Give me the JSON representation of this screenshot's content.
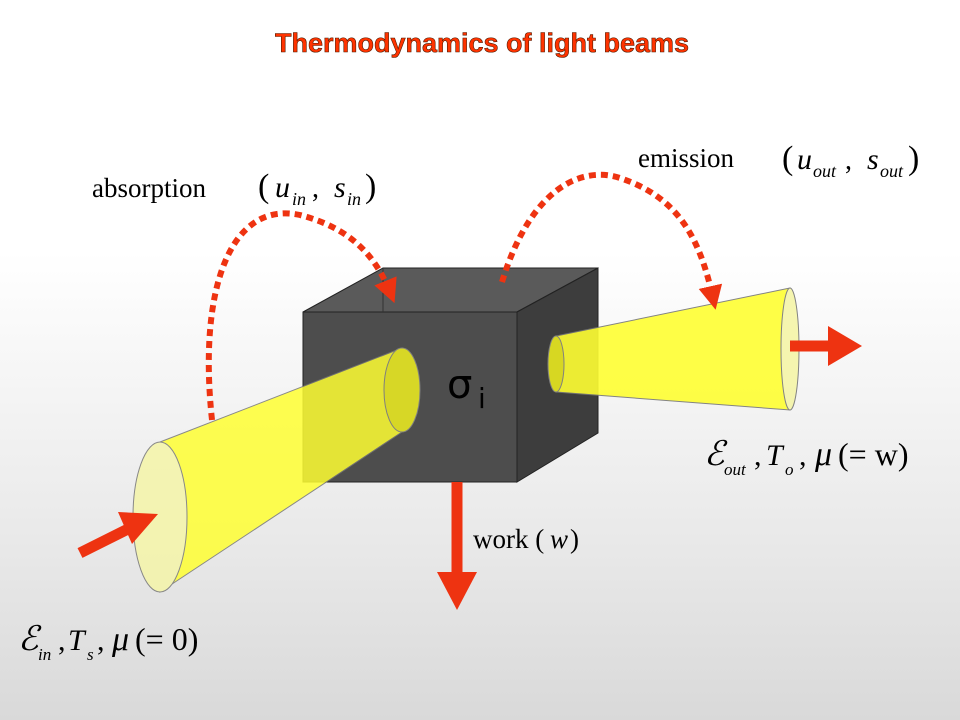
{
  "title": "Thermodynamics of light beams",
  "labels": {
    "absorption": "absorption",
    "emission": "emission",
    "work": "work (",
    "work_var": "w",
    "work_close": ")"
  },
  "math": {
    "absorption_pair": {
      "open": "(",
      "u": "u",
      "u_sub": "in",
      "sep": " , ",
      "s": "s",
      "s_sub": "in",
      "close": ")"
    },
    "emission_pair": {
      "open": "(",
      "u": "u",
      "u_sub": "out",
      "sep": " , ",
      "s": "s",
      "s_sub": "out",
      "close": ")"
    },
    "outgoing_state": {
      "e": "ℰ",
      "e_sub": "out",
      "t": "T",
      "t_sub": "o",
      "mu": "μ",
      "mu_arg": "(= w)"
    },
    "incoming_state": {
      "e": "ℰ",
      "e_sub": "in",
      "t": "T",
      "t_sub": "s",
      "mu": "μ",
      "mu_arg": "(= 0)"
    }
  },
  "box_label": {
    "sigma": "σ",
    "sub": "i"
  },
  "colors": {
    "title": "#ff3300",
    "arrow": "#ee3311",
    "dotted": "#ee3311",
    "beam_fill": "#ffff33",
    "beam_end": "#f5f5a8",
    "box_front": "#4d4d4d",
    "box_top": "#5a5a5a",
    "box_side": "#3d3d3d"
  }
}
